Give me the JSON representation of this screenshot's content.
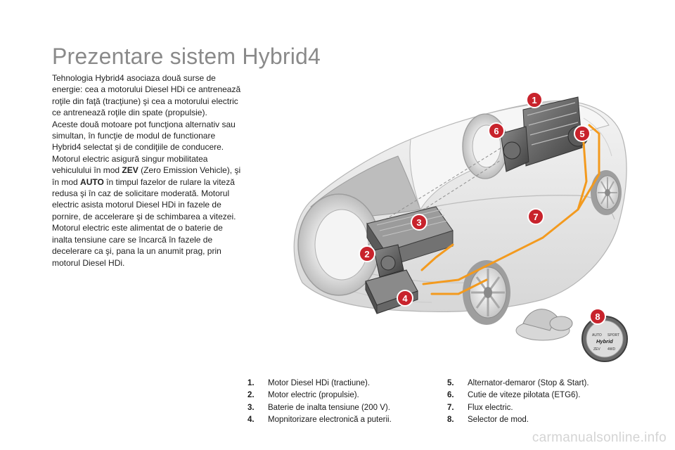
{
  "page": {
    "title": "Prezentare sistem Hybrid4",
    "watermark": "carmanualsonline.info"
  },
  "intro": {
    "p1": "Tehnologia Hybrid4 asociaza două surse de energie: cea a motorului Diesel HDi ce antrenează roţile din faţă (tracţiune) şi cea a motorului electric ce antrenează roţile din spate (propulsie).",
    "p2": "Aceste două motoare pot funcţiona alternativ sau simultan, în funcţie de modul de functionare Hybrid4 selectat şi de condiţiile de conducere.",
    "p3_before": "Motorul electric asigură singur mobilitatea vehiculului în mod ",
    "p3_zev": "ZEV",
    "p3_mid": " (Zero Emission Vehicle), şi în mod ",
    "p3_auto": "AUTO",
    "p3_after": " în timpul fazelor de rulare la viteză redusa şi în caz de solicitare moderată. Motorul electric asista motorul Diesel HDi in fazele de pornire, de accelerare şi de schimbarea a vitezei.",
    "p4": "Motorul electric este alimentat de o baterie de inalta tensiune care se încarcă în fazele de decelerare ca şi, pana la un anumit prag, prin motorul Diesel HDi."
  },
  "callouts": [
    "1",
    "2",
    "3",
    "4",
    "5",
    "6",
    "7",
    "8"
  ],
  "selector_labels": {
    "auto": "AUTO",
    "sport": "SPORT",
    "brand": "Hybrid",
    "zev": "ZEV",
    "four_wd": "4WD"
  },
  "legend_left": [
    {
      "num": "1.",
      "text": "Motor Diesel HDi (tractiune)."
    },
    {
      "num": "2.",
      "text": "Motor electric (propulsie)."
    },
    {
      "num": "3.",
      "text": "Baterie de inalta tensiune (200 V)."
    },
    {
      "num": "4.",
      "text": "Mopnitorizare electronică a puterii."
    }
  ],
  "legend_right": [
    {
      "num": "5.",
      "text": "Alternator-demaror (Stop & Start)."
    },
    {
      "num": "6.",
      "text": "Cutie de viteze pilotata (ETG6)."
    },
    {
      "num": "7.",
      "text": "Flux electric."
    },
    {
      "num": "8.",
      "text": "Selector de mod."
    }
  ],
  "colors": {
    "callout_red": "#c8232c",
    "energy_flow": "#f39a1e",
    "title_gray": "#8a8a8a",
    "car_body": "#e6e6e6"
  }
}
